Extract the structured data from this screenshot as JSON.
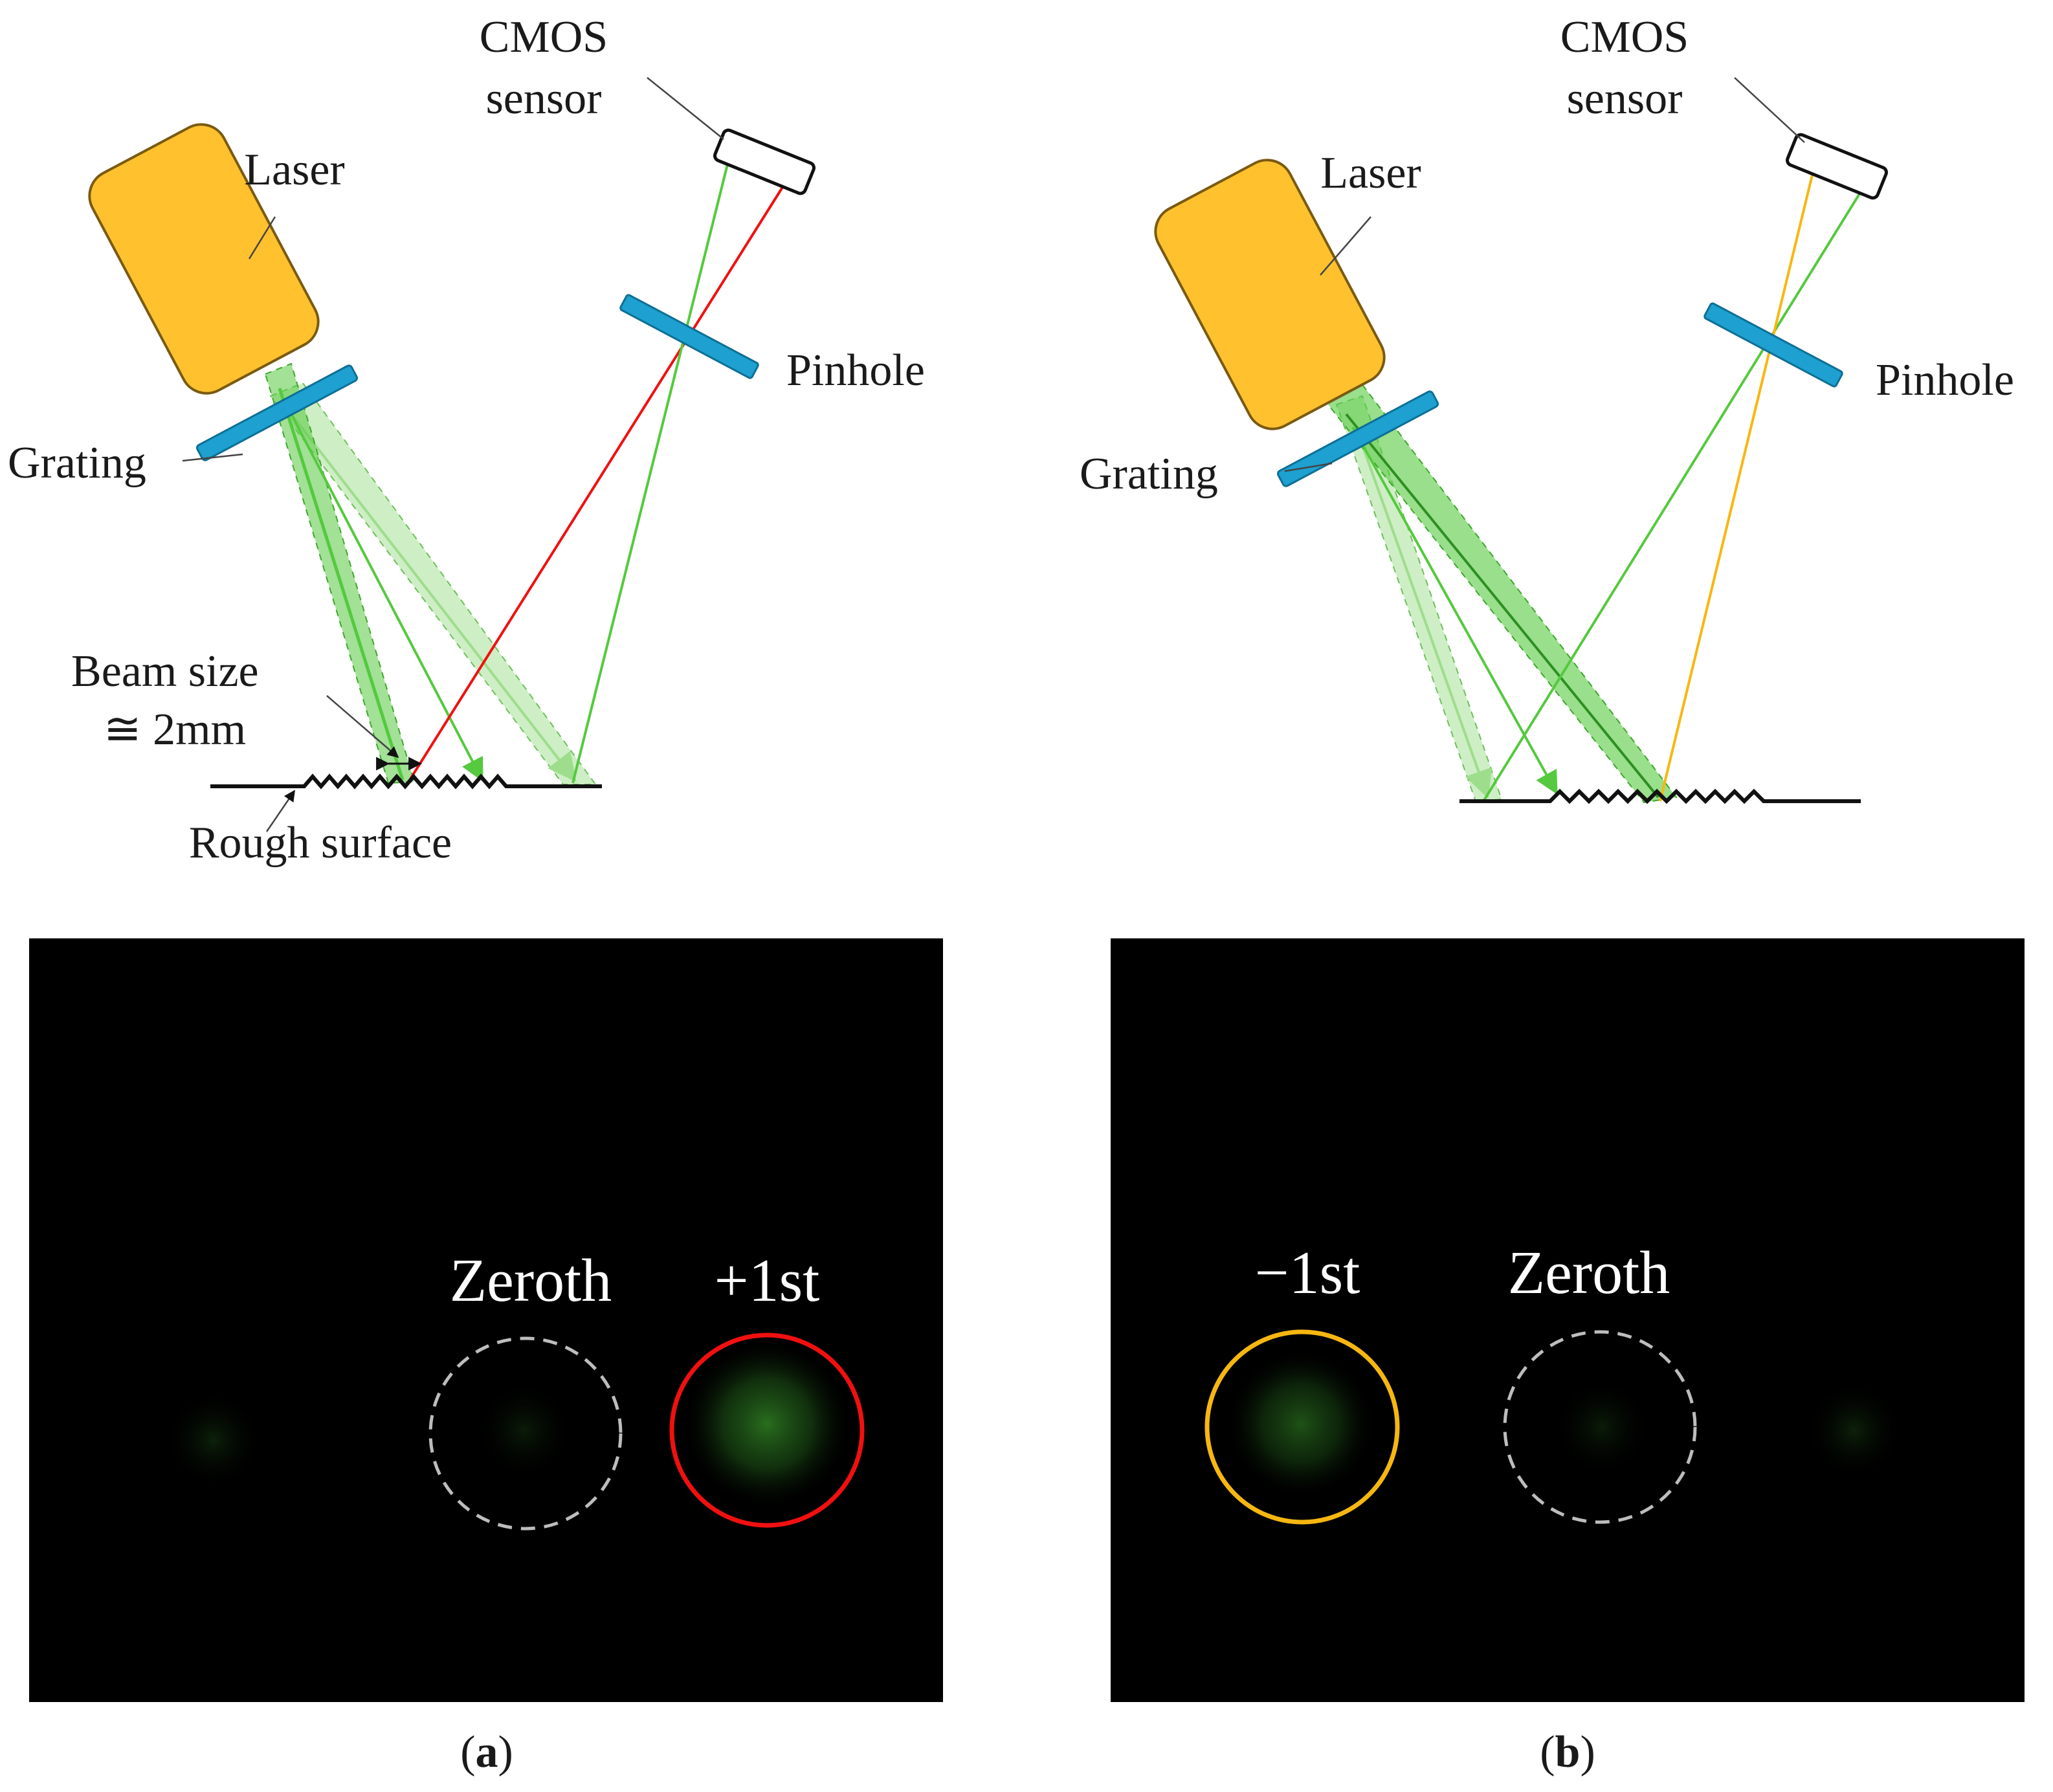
{
  "colors": {
    "laser_body": "#FFC22E",
    "laser_outline": "#7A5A12",
    "component_blue": "#1EA0D0",
    "beam_green": "#55C93F",
    "beam_green_light": "#9EDD8C",
    "ray_plus_first": "#F01010",
    "ray_minus_first": "#F7B711",
    "camera_background": "#000000",
    "zeroth_circle": "#BDBDBD",
    "speckle": "#2E7A22"
  },
  "panel_a": {
    "labels": {
      "cmos": "CMOS",
      "sensor": "sensor",
      "laser": "Laser",
      "pinhole": "Pinhole",
      "grating": "Grating",
      "beam_size_line1": "Beam size",
      "beam_size_line2": "≅ 2mm",
      "surface": "Rough surface"
    },
    "camera": {
      "zeroth_label": "Zeroth",
      "order_label": "+1st"
    },
    "caption_letter": "a"
  },
  "panel_b": {
    "labels": {
      "cmos": "CMOS",
      "sensor": "sensor",
      "laser": "Laser",
      "pinhole": "Pinhole",
      "grating": "Grating"
    },
    "camera": {
      "order_label": "−1st",
      "zeroth_label": "Zeroth"
    },
    "caption_letter": "b"
  },
  "captions": {
    "open": "(",
    "close": ")"
  }
}
